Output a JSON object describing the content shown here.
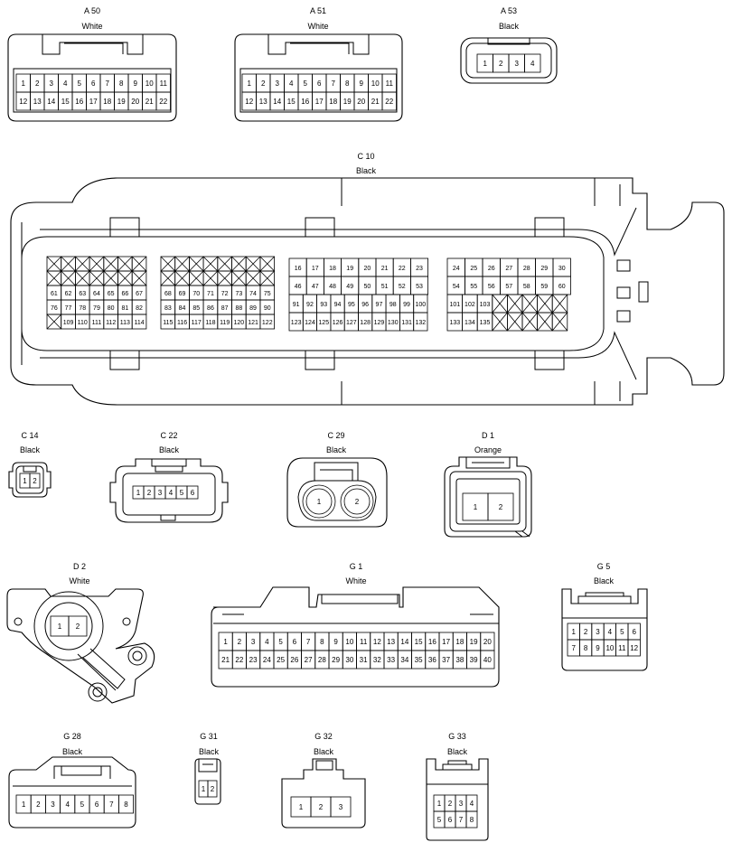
{
  "connectors": {
    "a50": {
      "name": "A 50",
      "color": "White",
      "pins": [
        [
          "1",
          "2",
          "3",
          "4",
          "5",
          "6",
          "7",
          "8",
          "9",
          "10",
          "11"
        ],
        [
          "12",
          "13",
          "14",
          "15",
          "16",
          "17",
          "18",
          "19",
          "20",
          "21",
          "22"
        ]
      ]
    },
    "a51": {
      "name": "A 51",
      "color": "White",
      "pins": [
        [
          "1",
          "2",
          "3",
          "4",
          "5",
          "6",
          "7",
          "8",
          "9",
          "10",
          "11"
        ],
        [
          "12",
          "13",
          "14",
          "15",
          "16",
          "17",
          "18",
          "19",
          "20",
          "21",
          "22"
        ]
      ]
    },
    "a53": {
      "name": "A 53",
      "color": "Black",
      "pins": [
        [
          "1",
          "2",
          "3",
          "4"
        ]
      ]
    },
    "c10": {
      "name": "C 10",
      "color": "Black",
      "g1": [
        [
          "",
          "",
          "",
          "",
          "",
          "",
          ""
        ],
        [
          "",
          "",
          "",
          "",
          "",
          "",
          ""
        ],
        [
          "61",
          "62",
          "63",
          "64",
          "65",
          "66",
          "67"
        ],
        [
          "76",
          "77",
          "78",
          "79",
          "80",
          "81",
          "82"
        ],
        [
          "",
          "109",
          "110",
          "111",
          "112",
          "113",
          "114"
        ]
      ],
      "g2": [
        [
          "",
          "",
          "",
          "",
          "",
          "",
          "",
          ""
        ],
        [
          "",
          "",
          "",
          "",
          "",
          "",
          "",
          ""
        ],
        [
          "68",
          "69",
          "70",
          "71",
          "72",
          "73",
          "74",
          "75"
        ],
        [
          "83",
          "84",
          "85",
          "86",
          "87",
          "88",
          "89",
          "90"
        ],
        [
          "115",
          "116",
          "117",
          "118",
          "119",
          "120",
          "121",
          "122"
        ]
      ],
      "g3": [
        [
          "16",
          "17",
          "18",
          "19",
          "20",
          "21",
          "22",
          "23"
        ],
        [
          "46",
          "47",
          "48",
          "49",
          "50",
          "51",
          "52",
          "53"
        ],
        [
          "91",
          "92",
          "93",
          "94",
          "95",
          "96",
          "97",
          "98",
          "99",
          "100"
        ],
        [
          "123",
          "124",
          "125",
          "126",
          "127",
          "128",
          "129",
          "130",
          "131",
          "132"
        ]
      ],
      "g4": [
        [
          "24",
          "25",
          "26",
          "27",
          "28",
          "29",
          "30"
        ],
        [
          "54",
          "55",
          "56",
          "57",
          "58",
          "59",
          "60"
        ],
        [
          "101",
          "102",
          "103",
          "",
          "",
          "",
          "",
          ""
        ],
        [
          "133",
          "134",
          "135",
          "",
          "",
          "",
          "",
          ""
        ]
      ]
    },
    "c14": {
      "name": "C 14",
      "color": "Black",
      "pins": [
        [
          "1",
          "2"
        ]
      ]
    },
    "c22": {
      "name": "C 22",
      "color": "Black",
      "pins": [
        [
          "1",
          "2",
          "3",
          "4",
          "5",
          "6"
        ]
      ]
    },
    "c29": {
      "name": "C 29",
      "color": "Black",
      "pins": [
        [
          "1",
          "2"
        ]
      ]
    },
    "d1": {
      "name": "D 1",
      "color": "Orange",
      "pins": [
        [
          "1",
          "2"
        ]
      ]
    },
    "d2": {
      "name": "D 2",
      "color": "White",
      "pins": [
        [
          "1",
          "2"
        ]
      ]
    },
    "g1": {
      "name": "G 1",
      "color": "White",
      "pins": [
        [
          "1",
          "2",
          "3",
          "4",
          "5",
          "6",
          "7",
          "8",
          "9",
          "10",
          "11",
          "12",
          "13",
          "14",
          "15",
          "16",
          "17",
          "18",
          "19",
          "20"
        ],
        [
          "21",
          "22",
          "23",
          "24",
          "25",
          "26",
          "27",
          "28",
          "29",
          "30",
          "31",
          "32",
          "33",
          "34",
          "35",
          "36",
          "37",
          "38",
          "39",
          "40"
        ]
      ]
    },
    "g5": {
      "name": "G 5",
      "color": "Black",
      "pins": [
        [
          "1",
          "2",
          "3",
          "4",
          "5",
          "6"
        ],
        [
          "7",
          "8",
          "9",
          "10",
          "11",
          "12"
        ]
      ]
    },
    "g28": {
      "name": "G 28",
      "color": "Black",
      "pins": [
        [
          "1",
          "2",
          "3",
          "4",
          "5",
          "6",
          "7",
          "8"
        ]
      ]
    },
    "g31": {
      "name": "G 31",
      "color": "Black",
      "pins": [
        [
          "1",
          "2"
        ]
      ]
    },
    "g32": {
      "name": "G 32",
      "color": "Black",
      "pins": [
        [
          "1",
          "2",
          "3"
        ]
      ]
    },
    "g33": {
      "name": "G 33",
      "color": "Black",
      "pins": [
        [
          "1",
          "2",
          "3",
          "4"
        ],
        [
          "5",
          "6",
          "7",
          "8"
        ]
      ]
    }
  }
}
